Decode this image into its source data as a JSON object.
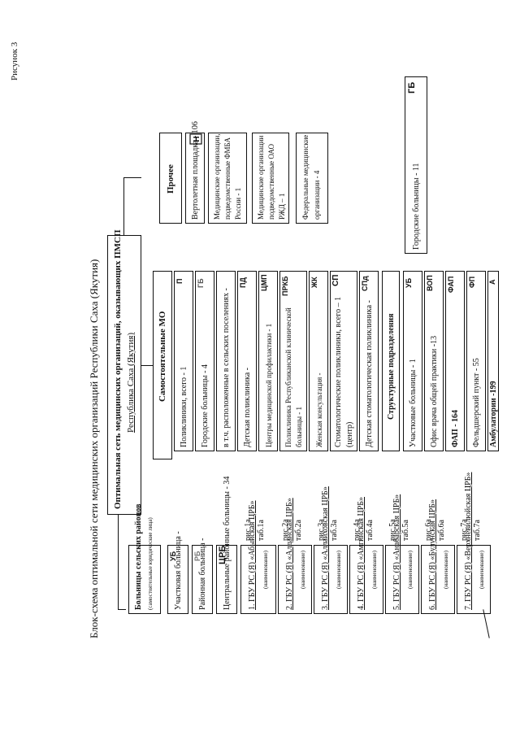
{
  "figure_label": "Рисунок 3",
  "title": "Блок-схема оптимальной сети медицинских организаций Республики Саха (Якутия)",
  "header_box": {
    "line1": "Оптимальная сеть медицинских организаций, оказывающих ПМСП",
    "line2": "Республика Саха (Якутия)"
  },
  "rural": {
    "title": "Больницы сельских районов",
    "subtitle": "(самостоятельные юридические лица)",
    "rows": [
      {
        "label": "Участковая больница -",
        "code": "УБ"
      },
      {
        "label": "Районная больница -",
        "code": "РБ"
      },
      {
        "label": "Центральные районные больницы - 34",
        "code": "ЦРБ"
      }
    ],
    "name_note": "(наименование)",
    "hospitals": [
      {
        "label": "1. ГБУ РС (Я) «Абыйская ЦРБ»",
        "fig": "рис.1а",
        "tab": "таб.1а"
      },
      {
        "label": "2. ГБУ РС (Я) «Алданская ЦРБ»",
        "fig": "рис.2а",
        "tab": "таб.2а"
      },
      {
        "label": "3. ГБУ РС (Я) «Аллаиховская ЦРБ»",
        "fig": "рис.3а",
        "tab": "таб.3а"
      },
      {
        "label": "4. ГБУ РС (Я) «Амгинская ЦРБ»",
        "fig": "рис.4а",
        "tab": "таб.4а"
      },
      {
        "label": "5. ГБУ РС (Я) «Анабарская ЦРБ»",
        "fig": "рис.5а",
        "tab": "таб.5а"
      },
      {
        "label": "6. ГБУ РС (Я) «Булунская ЦРБ»",
        "fig": "рис.6а",
        "tab": "таб.6а"
      },
      {
        "label": "7. ГБУ РС (Я) «Верхневилюйская ЦРБ»",
        "fig": "рис.7а",
        "tab": "таб.7а"
      }
    ]
  },
  "independent": {
    "title": "Самостоятельные МО",
    "rows": [
      {
        "label": "Поликлиники, всего - 1",
        "code": "П"
      },
      {
        "label": "Городские больницы - 4",
        "code": "ГБ"
      },
      {
        "label": "в т.ч. расположенные в сельских поселениях -",
        "code": ""
      },
      {
        "label": "Детская поликлиника -",
        "code": "ПД"
      },
      {
        "label": "Центры медицинской профилактики - 1",
        "code": "ЦМП"
      },
      {
        "label": "Поликлиника Республиканской клинической",
        "label2": "больницы - 1",
        "code": "ПРКБ"
      },
      {
        "label": "Женская консультация -",
        "code": "ЖК"
      },
      {
        "label": "Стоматологические поликлиники, всего – 1",
        "label2": "(центр)",
        "code": "СП"
      },
      {
        "label": "Детская стоматологическая поликлиника -",
        "code": "СПд"
      }
    ]
  },
  "structural": {
    "title": "Структурные подразделения",
    "rows": [
      {
        "label": "Участковые больницы - 1",
        "code": "УБ"
      },
      {
        "label": "Офис врача общей практики -13",
        "code": "ВОП"
      },
      {
        "label": "ФАП - 164",
        "code": "ФАП"
      },
      {
        "label": "Фельдшерский пункт - 55",
        "code": "ФП"
      },
      {
        "label": "Амбулатории -199",
        "code": "А"
      }
    ]
  },
  "other": {
    "title": "Прочее",
    "rows": [
      {
        "label": "Вертолетная площадка - 106"
      },
      {
        "label": "Медицинские организации,",
        "label2": "подведомственные ФМБА",
        "label3": "России - 1"
      },
      {
        "label": "Медицинские организации",
        "label2": "подведомственные ОАО",
        "label3": "РЖД – 1"
      },
      {
        "label": "Федеральные медицинские",
        "label2": "организации - 4"
      }
    ]
  },
  "city": {
    "label": "Городские больницы - 11",
    "code": "ГБ"
  }
}
